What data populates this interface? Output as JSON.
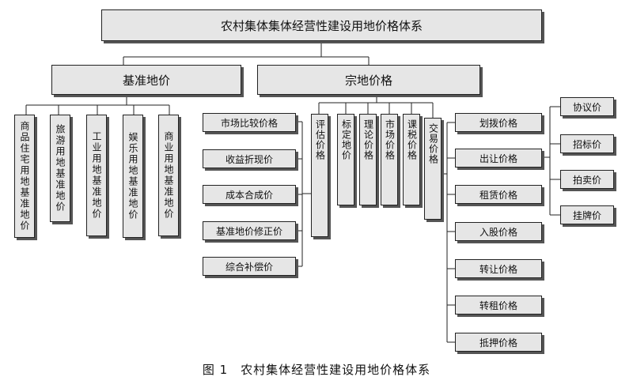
{
  "root": "农村集体集体经营性建设用地价格体系",
  "benchmark": {
    "title": "基准地价",
    "items": [
      "商品住宅用地基准地价",
      "旅游用地基准地价",
      "工业用地基准地价",
      "娱乐用地基准地价",
      "商业用地基准地价"
    ]
  },
  "parcel": {
    "title": "宗地价格",
    "categories": [
      "评估价格",
      "标定地价",
      "理论价格",
      "市场价格",
      "课税价格",
      "交易价格"
    ],
    "methods": [
      "市场比较价格",
      "收益折现价",
      "成本合成价",
      "基准地价修正价",
      "综合补偿价"
    ],
    "transactions": [
      "划拨价格",
      "出让价格",
      "租赁价格",
      "入股价格",
      "转让价格",
      "转租价格",
      "抵押价格"
    ],
    "transfer_types": [
      "协议价",
      "招标价",
      "拍卖价",
      "挂牌价"
    ]
  },
  "caption": "图 1　农村集体经营性建设用地价格体系"
}
